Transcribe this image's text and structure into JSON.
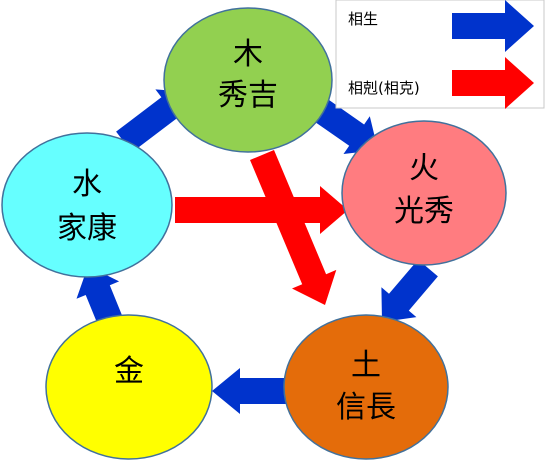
{
  "legend": {
    "generate": {
      "label": "相生",
      "color": "#0033cc"
    },
    "overcome": {
      "label": "相剋(相克)",
      "color": "#ff0000"
    }
  },
  "nodes": {
    "wood": {
      "element": "木",
      "name": "秀吉",
      "color": "#92d050"
    },
    "fire": {
      "element": "火",
      "name": "光秀",
      "color": "#ff7c80"
    },
    "earth": {
      "element": "土",
      "name": "信長",
      "color": "#e46c0a"
    },
    "metal": {
      "element": "金",
      "name": "",
      "color": "#ffff00"
    },
    "water": {
      "element": "水",
      "name": "家康",
      "color": "#66ffff"
    }
  },
  "arrows": [
    {
      "from": "water",
      "to": "wood",
      "type": "generate"
    },
    {
      "from": "wood",
      "to": "fire",
      "type": "generate"
    },
    {
      "from": "fire",
      "to": "earth",
      "type": "generate"
    },
    {
      "from": "earth",
      "to": "metal",
      "type": "generate"
    },
    {
      "from": "metal",
      "to": "water",
      "type": "generate"
    },
    {
      "from": "water",
      "to": "fire",
      "type": "overcome"
    },
    {
      "from": "wood",
      "to": "earth",
      "type": "overcome"
    }
  ]
}
